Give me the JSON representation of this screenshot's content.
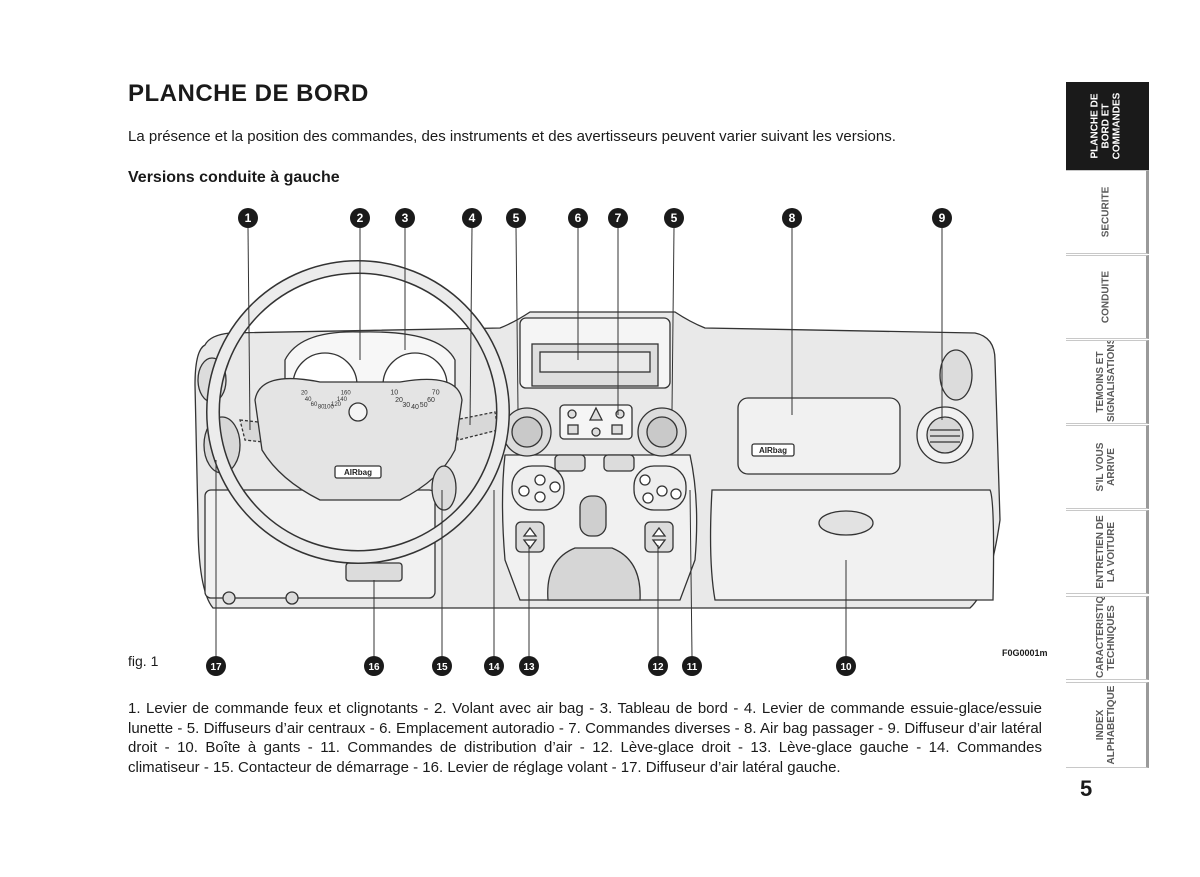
{
  "page": {
    "title": "PLANCHE DE BORD",
    "intro": "La présence et la position des commandes, des instruments et des avertisseurs peuvent varier suivant les versions.",
    "subheading": "Versions conduite à gauche",
    "figure_label": "fig. 1",
    "figure_code": "F0G0001m",
    "legend": "1. Levier de commande feux et clignotants - 2. Volant avec air bag - 3. Tableau de bord - 4. Levier de commande essuie-glace/essuie lunette - 5. Diffuseurs d’air centraux - 6. Emplacement autoradio - 7. Commandes diverses - 8. Air bag passager - 9. Diffuseur d’air latéral droit - 10. Boîte à gants - 11. Commandes de distribution d’air - 12. Lève-glace droit - 13. Lève-glace gauche - 14. Commandes climatiseur - 15. Contacteur de démarrage - 16. Levier de réglage volant - 17. Diffuseur d’air latéral gauche.",
    "page_number": "5"
  },
  "tabs": [
    {
      "label": "PLANCHE DE\nBORD ET\nCOMMANDES",
      "active": true
    },
    {
      "label": "SECURITE",
      "active": false
    },
    {
      "label": "CONDUITE",
      "active": false
    },
    {
      "label": "TEMOINS ET\nSIGNALISATIONS",
      "active": false
    },
    {
      "label": "S'IL VOUS\nARRIVE",
      "active": false
    },
    {
      "label": "ENTRETIEN DE\nLA VOITURE",
      "active": false
    },
    {
      "label": "CARACTERISTIQUES\nTECHNIQUES",
      "active": false
    },
    {
      "label": "INDEX\nALPHABETIQUE",
      "active": false
    }
  ],
  "figure": {
    "callouts_top": [
      "1",
      "2",
      "3",
      "4",
      "5",
      "6",
      "7",
      "5",
      "8",
      "9"
    ],
    "callouts_bottom": [
      "17",
      "16",
      "15",
      "14",
      "13",
      "12",
      "11",
      "10"
    ],
    "airbag_text": "AIRbag",
    "speedo_ticks": [
      "20",
      "40",
      "60",
      "80",
      "100",
      "120",
      "140",
      "160"
    ],
    "gauge_ticks": [
      "10",
      "20",
      "30",
      "40",
      "50",
      "60",
      "70"
    ]
  }
}
